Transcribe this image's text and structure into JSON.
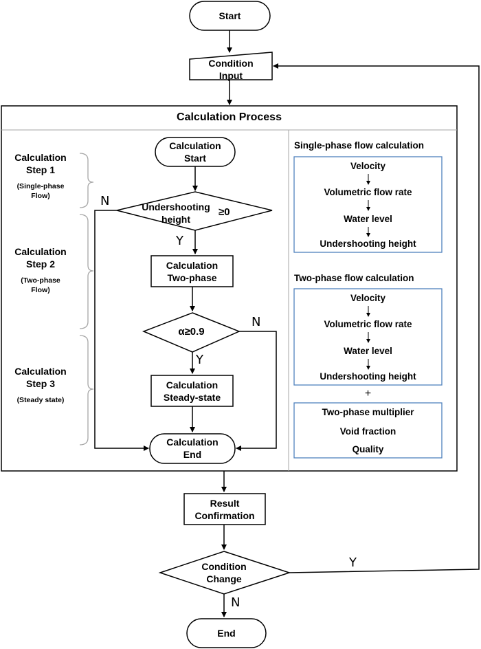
{
  "nodes": {
    "start": "Start",
    "condition_input": [
      "Condition",
      "Input"
    ],
    "process_title": "Calculation Process",
    "calc_start": [
      "Calculation",
      "Start"
    ],
    "undershoot_decision": [
      "Undershooting",
      "height"
    ],
    "undershoot_cond": "≥0",
    "calc_two_phase": [
      "Calculation",
      "Two-phase"
    ],
    "alpha_decision": "α≥0.9",
    "calc_steady": [
      "Calculation",
      "Steady-state"
    ],
    "calc_end": [
      "Calculation",
      "End"
    ],
    "result_confirmation": [
      "Result",
      "Confirmation"
    ],
    "condition_change": [
      "Condition",
      "Change"
    ],
    "end": "End"
  },
  "steps": [
    {
      "title": [
        "Calculation",
        "Step 1"
      ],
      "sub": [
        "(Single-phase",
        "Flow)"
      ]
    },
    {
      "title": [
        "Calculation",
        "Step 2"
      ],
      "sub": [
        "(Two-phase",
        "Flow)"
      ]
    },
    {
      "title": [
        "Calculation",
        "Step 3"
      ],
      "sub": [
        "(Steady state)"
      ]
    }
  ],
  "branch_labels": {
    "undershoot_no": "N",
    "undershoot_yes": "Y",
    "alpha_no": "N",
    "alpha_yes": "Y",
    "change_yes": "Y",
    "change_no": "N"
  },
  "single_phase_panel": {
    "title": "Single-phase flow calculation",
    "items": [
      "Velocity",
      "Volumetric flow rate",
      "Water level",
      "Undershooting height"
    ]
  },
  "two_phase_panel": {
    "title": "Two-phase flow calculation",
    "items": [
      "Velocity",
      "Volumetric flow rate",
      "Water level",
      "Undershooting height"
    ],
    "plus": "+",
    "extra_items": [
      "Two-phase multiplier",
      "Void fraction",
      "Quality"
    ]
  },
  "colors": {
    "line": "#000000",
    "panel_border": "#4f81bd",
    "separator": "#a6a6a6"
  }
}
